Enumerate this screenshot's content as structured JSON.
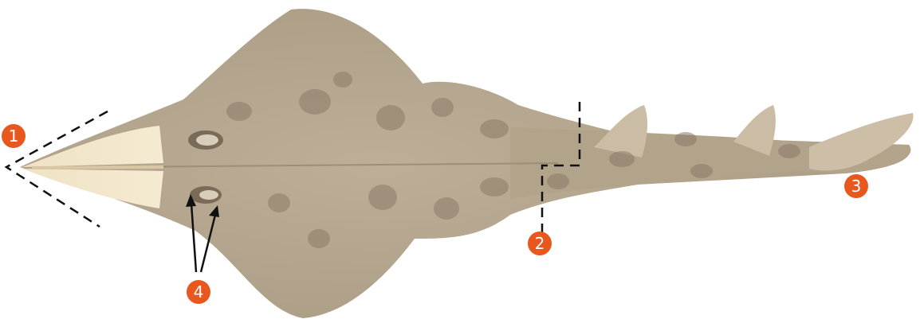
{
  "colors": {
    "body": "#b5a68e",
    "body_shadow": "#a89981",
    "spot": "#8b7b68",
    "snout": "#f0e3c6",
    "snout_edge": "#e2d1ad",
    "badge": "#e8571e",
    "line": "#111111"
  },
  "labels": {
    "snout": "1",
    "dorsal": "2",
    "tail": "3",
    "spiracles": "4"
  }
}
